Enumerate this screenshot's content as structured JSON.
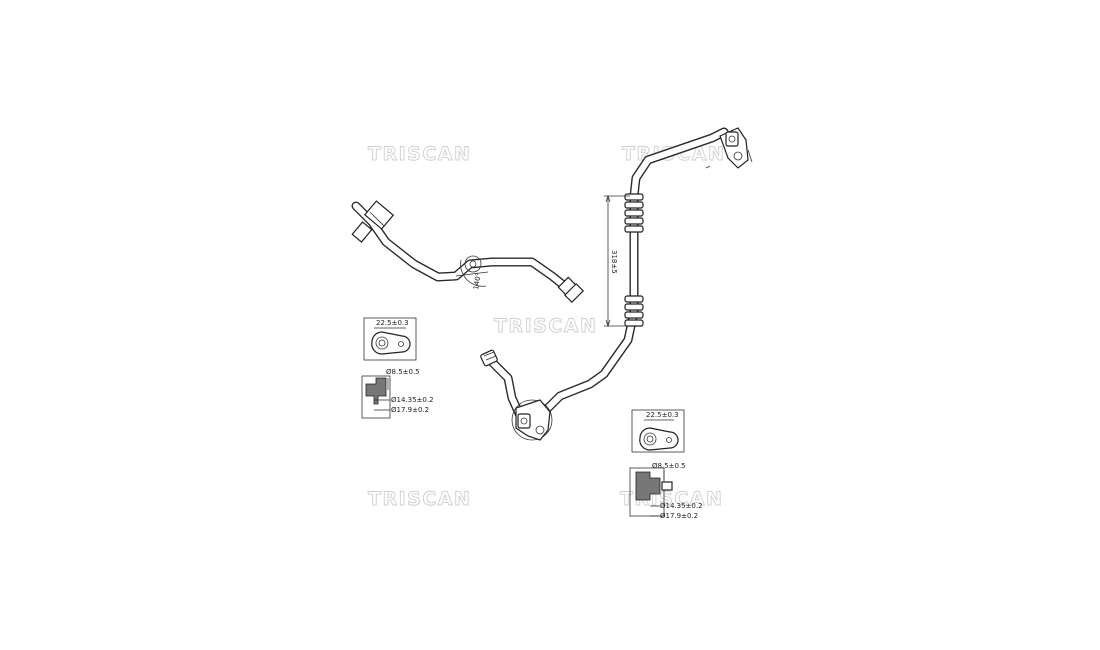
{
  "brand_watermark": "TRISCAN",
  "dimensions": {
    "tube_length": "318±5",
    "bend_angle": "140°",
    "detail_1": {
      "flange_width": "22.5±0.3",
      "bore": "Ø8.5±0.5",
      "inner_dia": "Ø14.35±0.2",
      "outer_dia": "Ø17.9±0.2"
    },
    "detail_2": {
      "flange_width": "22.5±0.3",
      "bore": "Ø8.5±0.5",
      "inner_dia": "Ø14.35±0.2",
      "outer_dia": "Ø17.9±0.2"
    }
  }
}
